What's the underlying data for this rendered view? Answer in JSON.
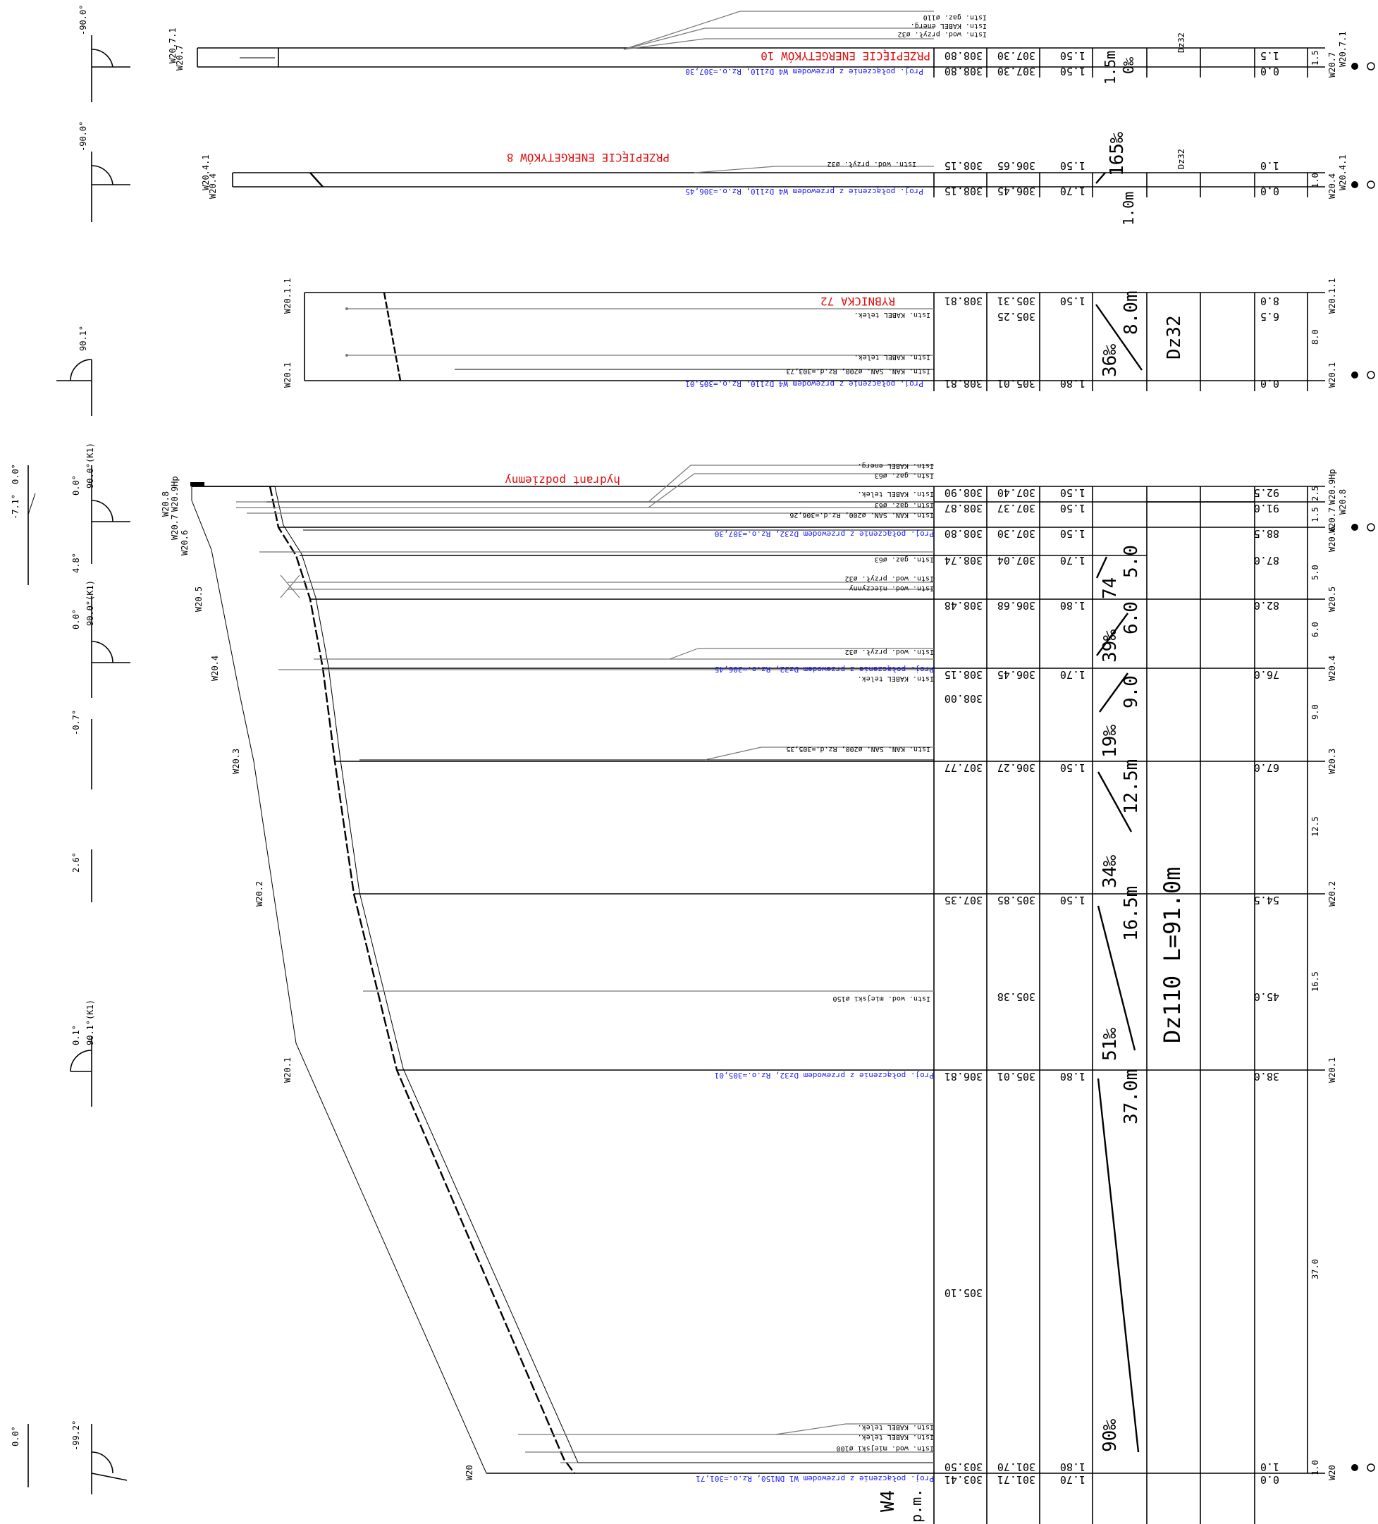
{
  "profiles": [
    {
      "id": "w20-7",
      "labels": {
        "start": "W20.7",
        "end": "W20.7.1",
        "start_b": "W20.7",
        "end_b": "W20.7.1"
      },
      "angle": "-90.0°",
      "street_note": "PRZEPIĘCIE ENERGETYKÓW 10",
      "connection_note": "Proj. połączenie z przewodem W4 Dz110, Rz.o.=307,30",
      "utility_notes": [
        "Istn. wod. przył. ø32",
        "Istn. KABEL energ.",
        "Istn. gaz. ø110"
      ],
      "terrain_top": "308.80",
      "terrain_bottom": "308.80",
      "pipe_top": "307.30",
      "pipe_bottom": "307.30",
      "depth_top": "1.50",
      "depth_bottom": "1.50",
      "slope": "0‰",
      "length": "1.5m",
      "diameter": "Dz32",
      "station_top": "1.5",
      "station_bottom": "0.0",
      "segment": "1.5"
    },
    {
      "id": "w20-4",
      "labels": {
        "start": "W20.4",
        "end": "W20.4.1",
        "start_b": "W20.4",
        "end_b": "W20.4.1"
      },
      "angle": "-90.0°",
      "street_note": "PRZEPIĘCIE ENERGETYKÓW 8",
      "connection_note": "Proj. połączenie z przewodem W4 Dz110, Rz.o.=306,45",
      "utility_notes": [
        "Istn. wod. przył. ø32"
      ],
      "terrain_top": "308.15",
      "terrain_bottom": "308.15",
      "pipe_top": "306.65",
      "pipe_bottom": "306.45",
      "depth_top": "1.50",
      "depth_bottom": "1.70",
      "slope": "165‰",
      "length": "1.0m",
      "diameter": "Dz32",
      "station_top": "1.0",
      "station_bottom": "0.0",
      "segment": "1.0"
    },
    {
      "id": "w20-1",
      "labels": {
        "start": "W20.1",
        "end": "W20.1.1"
      },
      "angle": "90.1°",
      "street_note": "RYBNICKA 72",
      "connection_note": "Proj. połączenie z przewodem W4 Dz110, Rz.o.=305,01",
      "utility_notes": [
        "Istn. KABEL telek.",
        "Istn. KABEL telek.",
        "Istn. KAN. SAN. ø200, Rz.d.=303,73"
      ],
      "terrain_top": "308.81",
      "terrain_bottom": "308.81",
      "pipe_top": "305.31",
      "pipe_mid": "305.25",
      "pipe_bottom": "305.01",
      "depth_top": "1.50",
      "depth_bottom": "1.80",
      "slope": "36‰",
      "length": "8.0m",
      "diameter": "Dz32",
      "station_top": "8.0",
      "station_mid": "6.5",
      "station_bottom": "0.0",
      "segment": "8.0"
    }
  ],
  "main": {
    "pipe_title": "Dz110 L=91.0m",
    "hydrant_note": "hydrant podziemny",
    "bottom_label": "W4",
    "bottom_label_sub": "p.m.",
    "nodes": [
      "W20",
      "W20.1",
      "W20.2",
      "W20.3",
      "W20.4",
      "W20.5",
      "W20.6",
      "W20.7",
      "W20.8",
      "W20.9Hp"
    ],
    "right_nodes": [
      "W20",
      "W20.1",
      "W20.2",
      "W20.3",
      "W20.4",
      "W20.5",
      "W20.6",
      "W20.7",
      "W20.8",
      "W20.9Hp"
    ],
    "angles": [
      "0.0°",
      "-7.1°",
      "0.0°",
      "90.0°(K1)",
      "4.8°",
      "0.0°",
      "90.0°(K1)",
      "-0.7°",
      "2.6°",
      "0.1°",
      "90.1°(K1)",
      "0.0°",
      "-99.2°"
    ],
    "notes": {
      "top": [
        "Istn. KABEL energ.",
        "Istn. gaz. ø63",
        "Istn. KABEL telek.",
        "Istn. gaz. ø63",
        "Istn. KAN. SAN. ø200, Rz.d.=306,26"
      ],
      "conn_top": "Proj. połączenie z przewodem Dz32, Rz.o.=307,30",
      "gas63": "Istn. gaz. ø63",
      "w205": [
        "Istn. wod. przył. ø32",
        "Istn. wod. nieczynny"
      ],
      "w204_a": "Istn. wod. przył. ø32",
      "conn_w204": "Proj. połączenie z przewodem Dz32, Rz.o.=306,45",
      "w204_b": "Istn. KABEL telek.",
      "w203": "Istn. KAN. SAN. ø200, Rz.d.=305,35",
      "w150": "Istn. wod. miejski ø150",
      "conn_w201": "Proj. połączenie z przewodem Dz32, Rz.o.=305,01",
      "bottom": [
        "Istn. KABEL telek.",
        "Istn. KABEL telek.",
        "Istn. wod. miejski ø100"
      ],
      "conn_bottom": "Proj. połączenie z przewodem W1 DN150, Rz.o.=301,71"
    },
    "terrain": [
      "308.90",
      "308.87",
      "308.80",
      "308.74",
      "308.48",
      "308.15",
      "308.00",
      "307.77",
      "307.35",
      "306.81",
      "305.10",
      "303.50",
      "303.41"
    ],
    "pipe": [
      "307.40",
      "307.37",
      "307.30",
      "307.04",
      "306.68",
      "306.45",
      "306.27",
      "305.85",
      "305.38",
      "305.01",
      "301.70",
      "301.71"
    ],
    "depth": [
      "1.50",
      "1.50",
      "1.50",
      "1.70",
      "1.80",
      "1.70",
      "1.50",
      "1.50",
      "1.80",
      "1.80",
      "1.70"
    ],
    "slopes": [
      {
        "slope": "74",
        "length": "5.0"
      },
      {
        "slope": "39‰",
        "length": "6.0"
      },
      {
        "slope": "19‰",
        "length": "9.0"
      },
      {
        "slope": "34‰",
        "length": "12.5m"
      },
      {
        "slope": "51‰",
        "length": "16.5m"
      },
      {
        "slope": "90‰",
        "length": "37.0m"
      }
    ],
    "stations": [
      "92.5",
      "91.0",
      "88.5",
      "87.0",
      "82.0",
      "76.0",
      "67.0",
      "54.5",
      "45.0",
      "38.0",
      "1.0",
      "0.0"
    ],
    "segments": [
      "2.5",
      "1.5",
      "5.0",
      "6.0",
      "9.0",
      "12.5",
      "16.5",
      "37.0",
      "1.0"
    ]
  }
}
